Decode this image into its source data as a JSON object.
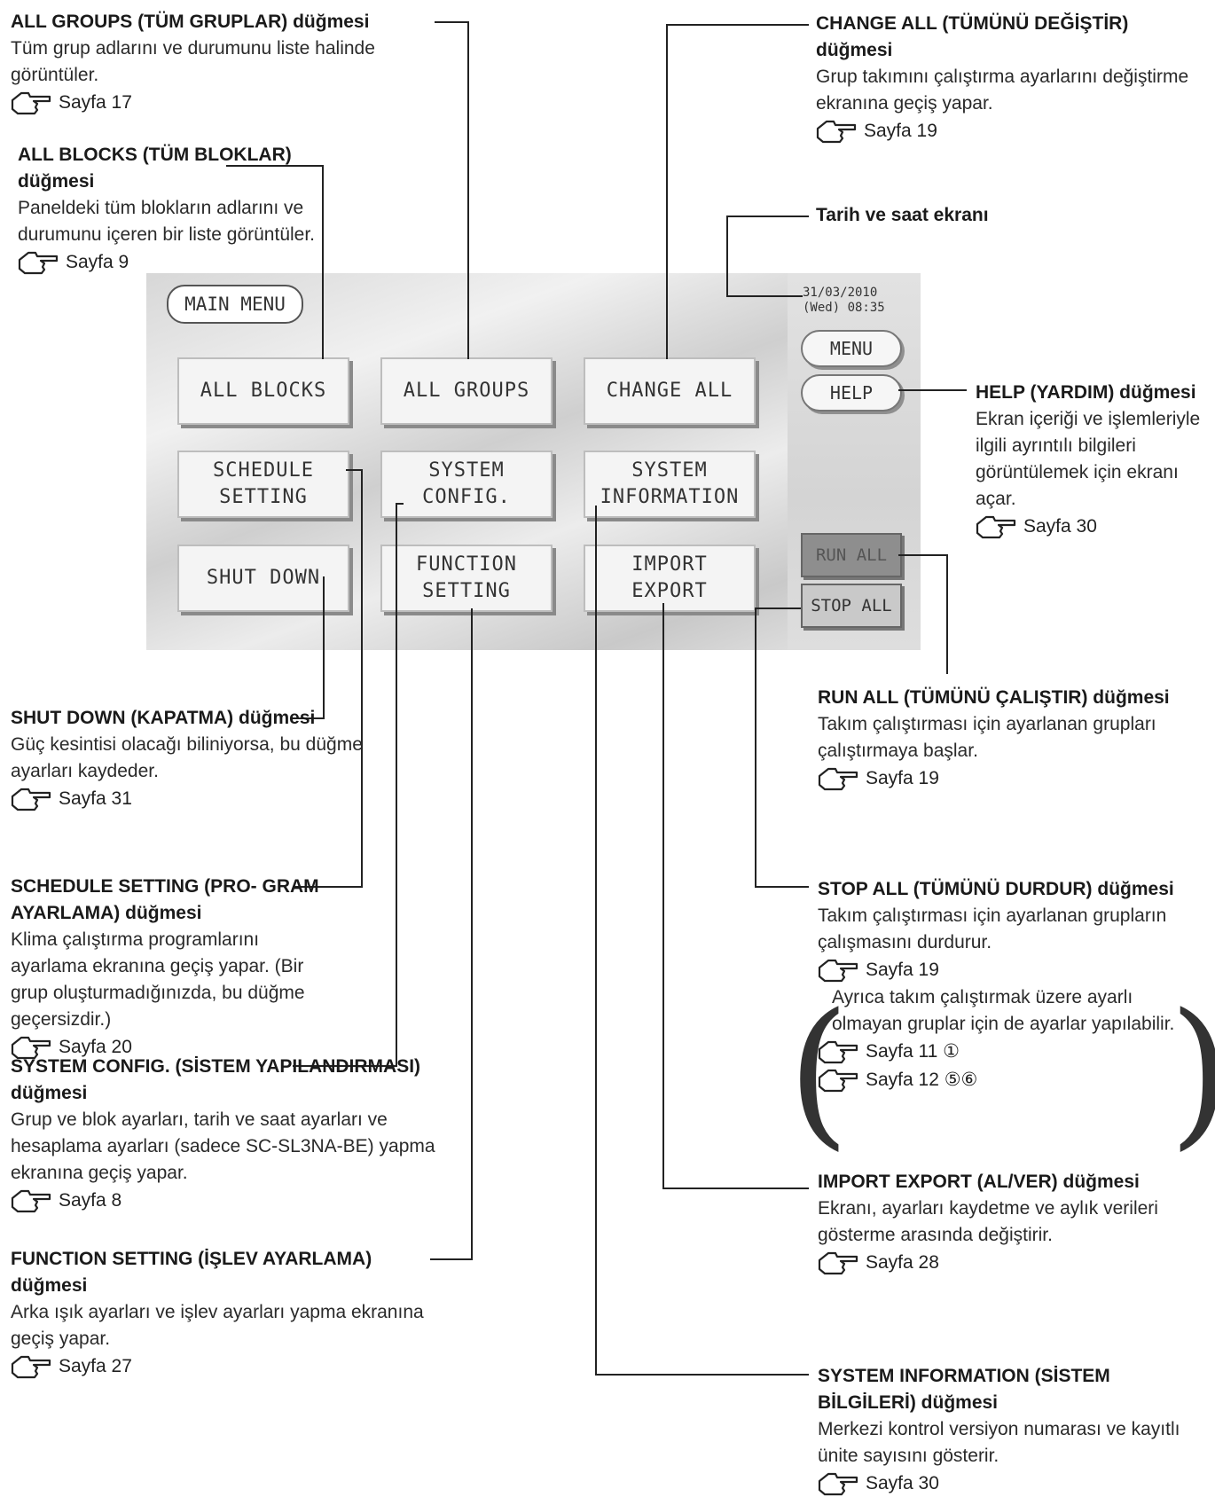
{
  "screen": {
    "title": "MAIN MENU",
    "datetime_line1": "31/03/2010",
    "datetime_line2": "(Wed) 08:35",
    "buttons": {
      "all_blocks": "ALL BLOCKS",
      "all_groups": "ALL GROUPS",
      "change_all": "CHANGE ALL",
      "schedule_setting": "SCHEDULE\nSETTING",
      "system_config": "SYSTEM\nCONFIG.",
      "system_information": "SYSTEM\nINFORMATION",
      "shut_down": "SHUT DOWN",
      "function_setting": "FUNCTION\nSETTING",
      "import_export": "IMPORT\nEXPORT",
      "menu": "MENU",
      "help": "HELP",
      "run_all": "RUN ALL",
      "stop_all": "STOP ALL"
    }
  },
  "annotations": {
    "all_groups": {
      "title": "ALL GROUPS (TÜM GRUPLAR) düğmesi",
      "desc": "Tüm grup adlarını ve durumunu liste halinde görüntüler.",
      "page": "Sayfa 17"
    },
    "all_blocks": {
      "title": "ALL BLOCKS (TÜM BLOKLAR) düğmesi",
      "desc": "Paneldeki tüm blokların adlarını ve durumunu içeren bir liste görüntüler.",
      "page": "Sayfa 9"
    },
    "change_all": {
      "title": "CHANGE ALL (TÜMÜNÜ DEĞİŞTİR) düğmesi",
      "desc": "Grup takımını çalıştırma ayarlarını değiştirme ekranına geçiş yapar.",
      "page": "Sayfa 19"
    },
    "datetime": {
      "title": "Tarih ve saat ekranı"
    },
    "help": {
      "title": "HELP (YARDIM) düğmesi",
      "desc": "Ekran içeriği ve işlemleriyle ilgili ayrıntılı bilgileri görüntülemek için ekranı açar.",
      "page": "Sayfa 30"
    },
    "run_all": {
      "title": "RUN ALL (TÜMÜNÜ ÇALIŞTIR) düğmesi",
      "desc": "Takım çalıştırması için ayarlanan grupları çalıştırmaya başlar.",
      "page": "Sayfa 19"
    },
    "stop_all": {
      "title": "STOP ALL (TÜMÜNÜ DURDUR) düğmesi",
      "desc": "Takım çalıştırması için ayarlanan grupların çalışmasını durdurur.",
      "page": "Sayfa 19",
      "note": "Ayrıca takım çalıştırmak üzere ayarlı olmayan gruplar için de ayarlar yapılabilir.",
      "page2": "Sayfa 11 ①",
      "page3": "Sayfa 12 ⑤⑥"
    },
    "shut_down": {
      "title": "SHUT DOWN (KAPATMA) düğmesi",
      "desc": "Güç kesintisi olacağı biliniyorsa, bu düğme ayarları kaydeder.",
      "page": "Sayfa 31"
    },
    "schedule_setting": {
      "title": "SCHEDULE SETTING (PRO- GRAM AYARLAMA) düğmesi",
      "desc": "Klima çalıştırma programlarını ayarlama ekranına geçiş yapar. (Bir grup oluşturmadığınızda, bu düğme geçersizdir.)",
      "page": "Sayfa 20"
    },
    "system_config": {
      "title": "SYSTEM CONFIG. (SİSTEM YAPILANDIRMASI) düğmesi",
      "desc": "Grup ve blok ayarları, tarih ve saat ayarları ve hesaplama ayarları (sadece SC-SL3NA-BE) yapma ekranına geçiş yapar.",
      "page": "Sayfa 8"
    },
    "import_export": {
      "title": "IMPORT EXPORT (AL/VER) düğmesi",
      "desc": "Ekranı, ayarları kaydetme ve aylık verileri gösterme arasında değiştirir.",
      "page": "Sayfa 28"
    },
    "function_setting": {
      "title": "FUNCTION SETTING (İŞLEV AYARLAMA) düğmesi",
      "desc": "Arka ışık ayarları ve işlev ayarları yapma ekranına geçiş yapar.",
      "page": "Sayfa 27"
    },
    "system_information": {
      "title": "SYSTEM INFORMATION (SİSTEM BİLGİLERİ) düğmesi",
      "desc": "Merkezi kontrol versiyon numarası ve kayıtlı ünite sayısını gösterir.",
      "page": "Sayfa 30"
    }
  },
  "icons": {
    "page_ref": "pointing-hand-icon"
  }
}
